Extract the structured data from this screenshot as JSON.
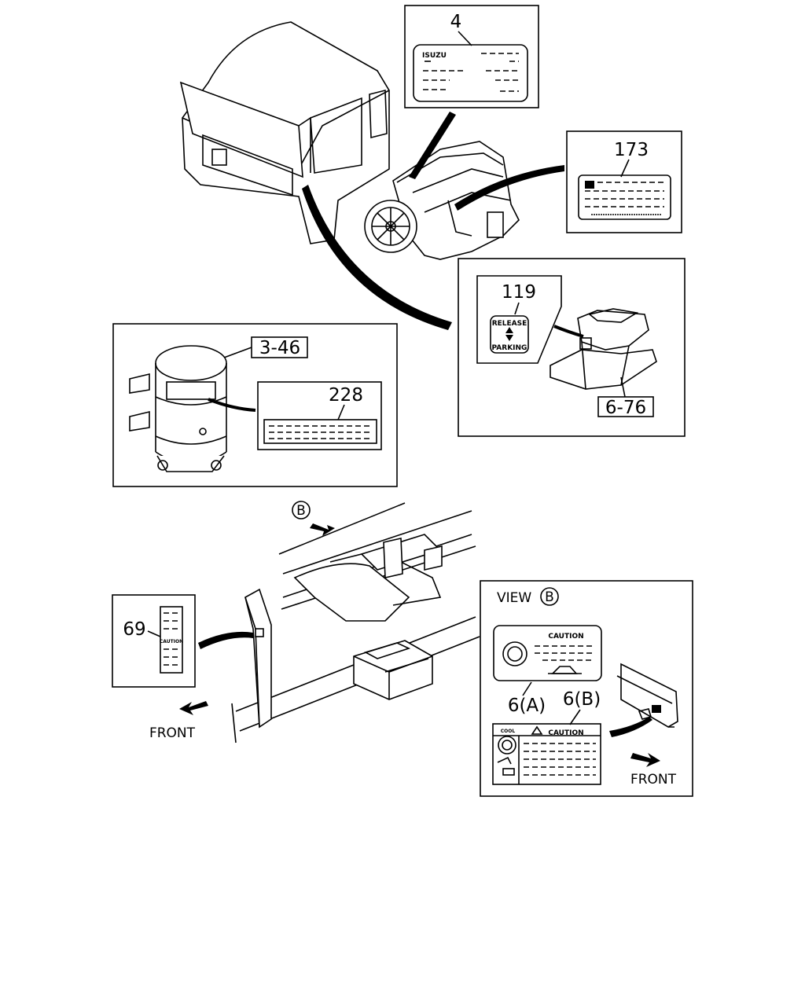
{
  "callouts": {
    "decal_4": "4",
    "decal_173": "173",
    "decal_119": "119",
    "part_6_76": "6-76",
    "part_3_46": "3-46",
    "decal_228": "228",
    "decal_69": "69",
    "decal_6a": "6(A)",
    "decal_6b": "6(B)"
  },
  "decal_4_label": {
    "brand": "ISUZU"
  },
  "decal_119_label": {
    "top": "RELEASE",
    "bottom": "PARKING"
  },
  "decal_6a_label": {
    "heading": "CAUTION"
  },
  "decal_6b_label": {
    "heading": "CAUTION",
    "side": "COOL"
  },
  "decal_69_label": {
    "heading": "CAUTION"
  },
  "view_marker": {
    "letter": "B"
  },
  "view_panel": {
    "title": "VIEW"
  },
  "direction": {
    "front_left": "FRONT",
    "front_right": "FRONT"
  }
}
